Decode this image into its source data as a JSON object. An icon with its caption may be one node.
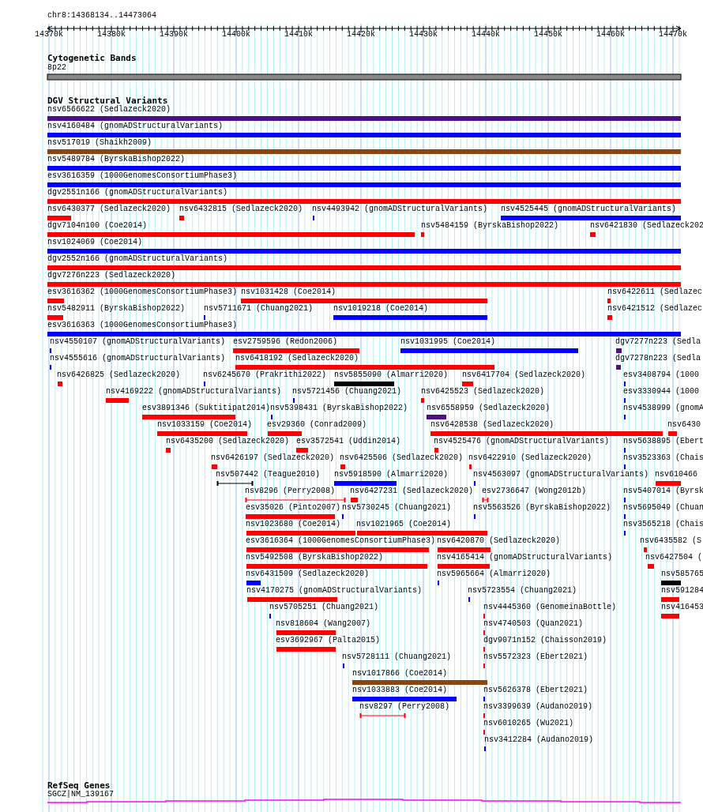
{
  "diagram": {
    "labels": [
      "chr8:14368134..14473064",
      "14370k",
      "14380k",
      "14390k",
      "14400k",
      "14410k",
      "14420k",
      "14430k",
      "14440k",
      "14450k",
      "14460k",
      "14470k",
      "Cytogenetic Bands",
      "8p22",
      "DGV Structural Variants",
      "nsv6566622 (Sedlazeck2020)",
      "nsv4160484 (gnomADStructuralVariants)",
      "nsv517019 (Shaikh2009)",
      "nsv5489784 (ByrskaBishop2022)",
      "esv3616359 (1000GenomesConsortiumPhase3)",
      "dgv2551n166 (gnomADStructuralVariants)",
      "nsv6430377 (Sedlazeck2020)",
      "nsv6432815 (Sedlazeck2020)",
      "nsv4493942 (gnomADStructuralVariants)",
      "nsv4525445 (gnomADStructuralVariants)",
      "dgv7104n100 (Coe2014)",
      "nsv5484159 (ByrskaBishop2022)",
      "nsv6421830 (Sedlazeck202",
      "nsv1024069 (Coe2014)",
      "dgv2552n166 (gnomADStructuralVariants)",
      "dgv7276n223 (Sedlazeck2020)",
      "esv3616362 (1000GenomesConsortiumPhase3)",
      "nsv1031428 (Coe2014)",
      "nsv6422611 (Sedlazec",
      "nsv5482911 (ByrskaBishop2022)",
      "nsv5711671 (Chuang2021)",
      "nsv1019218 (Coe2014)",
      "nsv6421512 (Sedlazec",
      "esv3616363 (1000GenomesConsortiumPhase3)",
      "nsv4550107 (gnomADStructuralVariants)",
      "esv2759596 (Redon2006)",
      "nsv1031995 (Coe2014)",
      "dgv7277n223 (Sedla",
      "nsv4555616 (gnomADStructuralVariants)",
      "nsv6418192 (Sedlazeck2020)",
      "dgv7278n223 (Sedla",
      "nsv6426825 (Sedlazeck2020)",
      "nsv6245670 (Prakrithi2022)",
      "nsv5855090 (Almarri2020)",
      "nsv6417704 (Sedlazeck2020)",
      "esv3408794 (1000",
      "nsv4169222 (gnomADStructuralVariants)",
      "nsv5721456 (Chuang2021)",
      "nsv6425523 (Sedlazeck2020)",
      "esv3330944 (1000",
      "esv3891346 (Suktitipat2014)",
      "nsv5398431 (ByrskaBishop2022)",
      "nsv6558959 (Sedlazeck2020)",
      "nsv4538999 (gnomA",
      "nsv1033159 (Coe2014)",
      "esv29360 (Conrad2009)",
      "nsv6428538 (Sedlazeck2020)",
      "nsv6430",
      "nsv6435200 (Sedlazeck2020)",
      "esv3572541 (Uddin2014)",
      "nsv4525476 (gnomADStructuralVariants)",
      "nsv5638895 (Ebert",
      "nsv6426197 (Sedlazeck2020)",
      "nsv6425506 (Sedlazeck2020)",
      "nsv6422910 (Sedlazeck2020)",
      "nsv3523363 (Chais",
      "nsv507442 (Teague2010)",
      "nsv5918590 (Almarri2020)",
      "nsv4563097 (gnomADStructuralVariants)",
      "nsv610466",
      "nsv8296 (Perry2008)",
      "nsv6427231 (Sedlazeck2020)",
      "esv2736647 (Wong2012b)",
      "nsv5407014 (Byrsk",
      "esv35026 (Pinto2007)",
      "nsv5730245 (Chuang2021)",
      "nsv5563526 (ByrskaBishop2022)",
      "nsv5695049 (Chuan",
      "nsv1023680 (Coe2014)",
      "nsv1021965 (Coe2014)",
      "nsv3565218 (Chais",
      "esv3616364 (1000GenomesConsortiumPhase3)",
      "nsv6420870 (Sedlazeck2020)",
      "nsv6435582 (S",
      "nsv5492508 (ByrskaBishop2022)",
      "nsv4165414 (gnomADStructuralVariants)",
      "nsv6427504 (",
      "nsv6431509 (Sedlazeck2020)",
      "nsv5965664 (Almarri2020)",
      "nsv585765",
      "nsv4170275 (gnomADStructuralVariants)",
      "nsv5723554 (Chuang2021)",
      "nsv591284",
      "nsv5705251 (Chuang2021)",
      "nsv4445360 (GenomeinaBottle)",
      "nsv416453",
      "nsv818604 (Wang2007)",
      "nsv4740503 (Quan2021)",
      "esv3692967 (Palta2015)",
      "dgv9071n152 (Chaisson2019)",
      "nsv5728111 (Chuang2021)",
      "nsv5572323 (Ebert2021)",
      "nsv1017866 (Coe2014)",
      "nsv1033883 (Coe2014)",
      "nsv5626378 (Ebert2021)",
      "nsv8297 (Perry2008)",
      "nsv3399639 (Audano2019)",
      "nsv6010265 (Wu2021)",
      "nsv3412284 (Audano2019)",
      "RefSeq Genes",
      "SGCZ|NM_139167"
    ]
  }
}
